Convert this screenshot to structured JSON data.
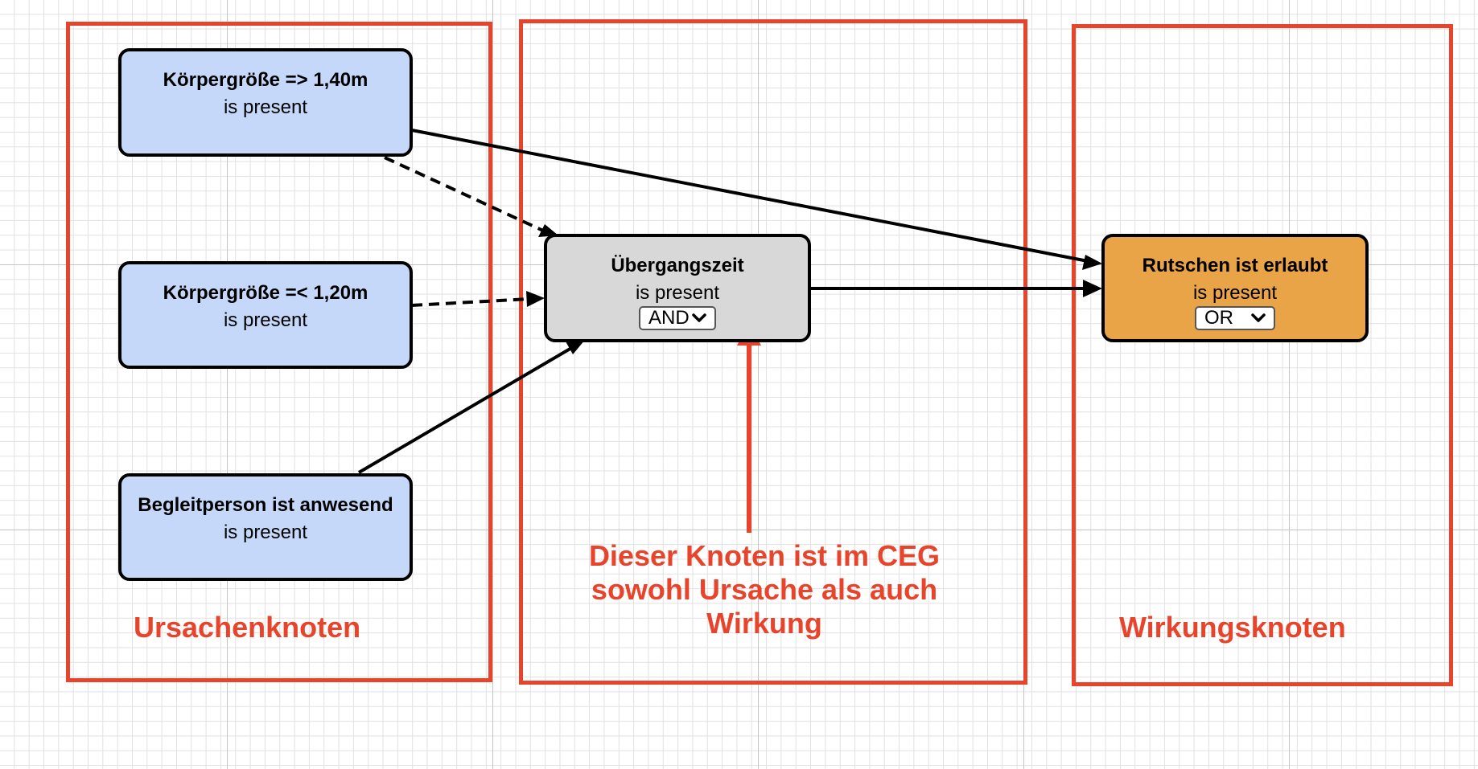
{
  "regions": {
    "cause": {
      "label": "Ursachenknoten"
    },
    "middle": {
      "label": ""
    },
    "effect": {
      "label": "Wirkungsknoten"
    }
  },
  "nodes": {
    "koerper_140": {
      "title": "Körpergröße => 1,40m",
      "state": "is present"
    },
    "koerper_120": {
      "title": "Körpergröße =< 1,20m",
      "state": "is present"
    },
    "begleitperson": {
      "title": "Begleitperson ist anwesend",
      "state": "is present"
    },
    "uebergangszeit": {
      "title": "Übergangszeit",
      "state": "is present",
      "operator": "AND"
    },
    "rutschen": {
      "title": "Rutschen ist erlaubt",
      "state": "is present",
      "operator": "OR"
    }
  },
  "edges": [
    {
      "from": "Körpergröße => 1,40m",
      "to": "Übergangszeit",
      "style": "dashed"
    },
    {
      "from": "Körpergröße =< 1,20m",
      "to": "Übergangszeit",
      "style": "dashed"
    },
    {
      "from": "Begleitperson ist anwesend",
      "to": "Übergangszeit",
      "style": "solid"
    },
    {
      "from": "Körpergröße => 1,40m",
      "to": "Rutschen ist erlaubt",
      "style": "solid"
    },
    {
      "from": "Übergangszeit",
      "to": "Rutschen ist erlaubt",
      "style": "solid"
    }
  ],
  "annotation": {
    "lines": [
      "Dieser Knoten ist im CEG",
      "sowohl Ursache als auch",
      "Wirkung"
    ]
  },
  "colors": {
    "highlight": "#e8442b",
    "cause_node": "#c5d8fa",
    "intermediate_node": "#d8d8d8",
    "effect_node": "#e8a446"
  }
}
